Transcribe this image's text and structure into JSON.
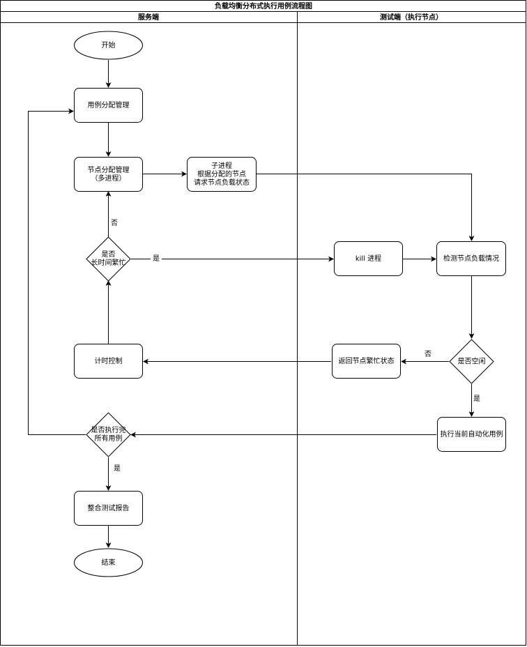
{
  "title": "负载均衡分布式执行用例流程图",
  "lanes": {
    "server": "服务端",
    "client": "测试端（执行节点）"
  },
  "nodes": {
    "start": "开始",
    "case_alloc": "用例分配管理",
    "node_alloc_1": "节点分配管理",
    "node_alloc_2": "（多进程）",
    "subproc_1": "子进程",
    "subproc_2": "根据分配的节点",
    "subproc_3": "请求节点负载状态",
    "busy_1": "是否",
    "busy_2": "长时间繁忙",
    "kill": "kill 进程",
    "check_load": "检测节点负载情况",
    "timer": "计时控制",
    "return_busy": "返回节点繁忙状态",
    "idle": "是否空闲",
    "run_case": "执行当前自动化用例",
    "all_done_1": "是否执行完",
    "all_done_2": "所有用例",
    "report": "整合测试报告",
    "end": "结束"
  },
  "edge_labels": {
    "busy_no": "否",
    "busy_yes": "是",
    "idle_no": "否",
    "idle_yes": "是",
    "done_yes": "是"
  },
  "colors": {
    "stroke": "#000000",
    "fill": "#ffffff"
  }
}
